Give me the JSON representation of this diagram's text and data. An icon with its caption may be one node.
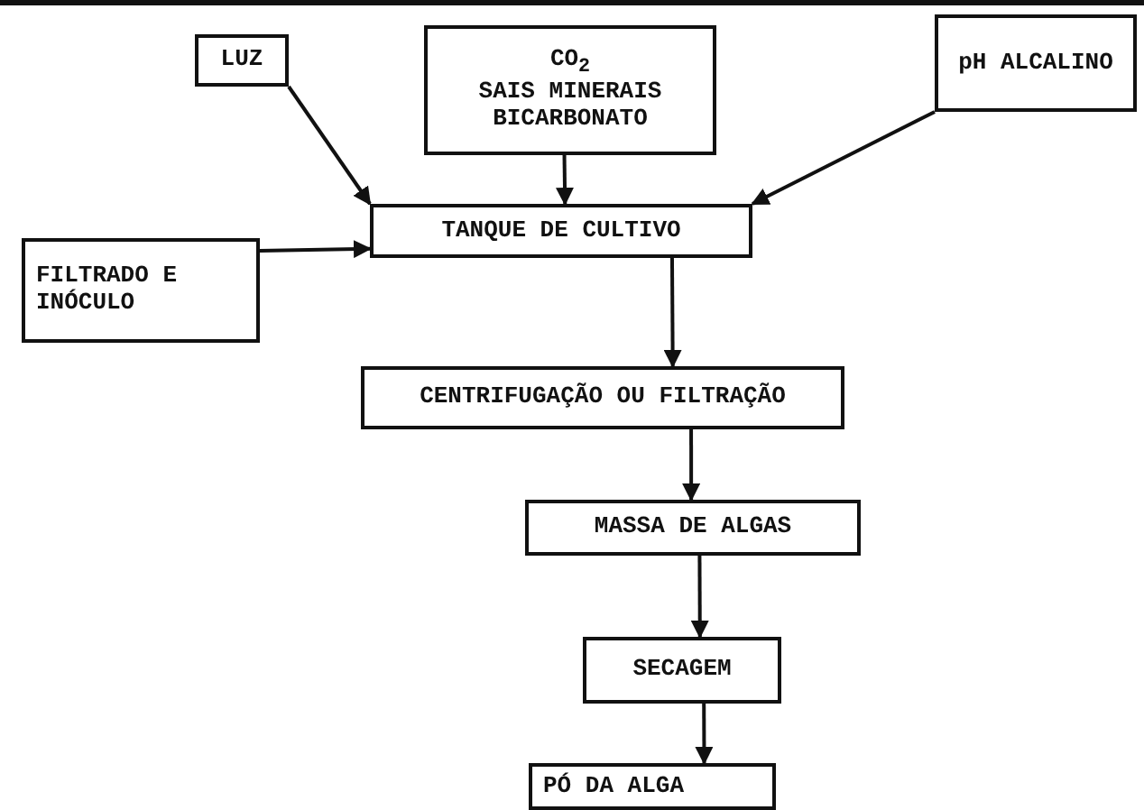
{
  "diagram": {
    "nodes": [
      {
        "text": [
          "LUZ"
        ]
      },
      {
        "text": [
          "CO$_{2}$",
          "SAIS MINERAIS",
          "BICARBONATO"
        ]
      },
      {
        "text": [
          "pH ALCALINO"
        ]
      },
      {
        "text": [
          "FILTRADO E INÓCULO"
        ]
      },
      {
        "text": [
          "TANQUE DE CULTIVO"
        ]
      },
      {
        "text": [
          "CENTRIFUGAÇÃO OU FILTRAÇÃO"
        ]
      },
      {
        "text": [
          "MASSA DE ALGAS"
        ]
      },
      {
        "text": [
          "SECAGEM"
        ]
      },
      {
        "text": [
          "PÓ DA ALGA"
        ]
      }
    ],
    "edges": [
      {
        "from": 0,
        "to": 4,
        "arrow": "to"
      },
      {
        "from": 1,
        "to": 4,
        "arrow": "to"
      },
      {
        "from": 2,
        "to": 4,
        "arrow": "to"
      },
      {
        "from": 3,
        "to": 4,
        "arrow": "to"
      },
      {
        "from": 4,
        "to": 5,
        "arrow": "to"
      },
      {
        "from": 5,
        "to": 6,
        "arrow": "to"
      },
      {
        "from": 6,
        "to": 7,
        "arrow": "to"
      },
      {
        "from": 7,
        "to": 8,
        "arrow": "to"
      }
    ]
  }
}
